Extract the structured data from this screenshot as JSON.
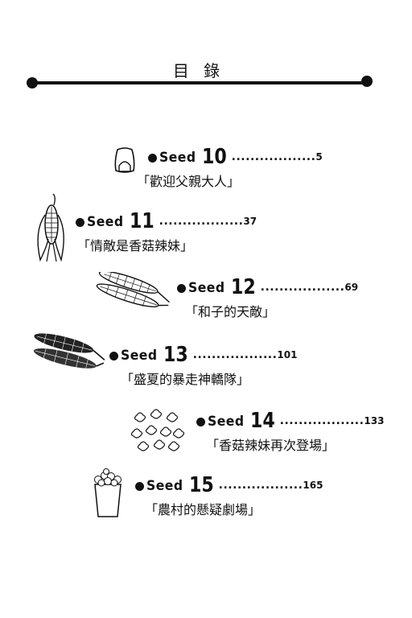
{
  "title": "目 錄",
  "entries": [
    {
      "seed": "Seed",
      "number": "10",
      "leader": "..................",
      "page": "5",
      "subtitle": "「歡迎父親大人」",
      "icon": "rice-ball-icon"
    },
    {
      "seed": "Seed",
      "number": "11",
      "leader": "..................",
      "page": "37",
      "subtitle": "「情敵是香菇辣妹」",
      "icon": "corn-cob-icon"
    },
    {
      "seed": "Seed",
      "number": "12",
      "leader": "..................",
      "page": "69",
      "subtitle": "「和子的天敵」",
      "icon": "two-corn-icon"
    },
    {
      "seed": "Seed",
      "number": "13",
      "leader": "..................",
      "page": "101",
      "subtitle": "「盛夏的暴走神轎隊」",
      "icon": "dark-corn-icon"
    },
    {
      "seed": "Seed",
      "number": "14",
      "leader": "..................",
      "page": "133",
      "subtitle": "「香菇辣妹再次登場」",
      "icon": "popcorn-kernels-icon"
    },
    {
      "seed": "Seed",
      "number": "15",
      "leader": "..................",
      "page": "165",
      "subtitle": "「農村的懸疑劇場」",
      "icon": "popcorn-bag-icon"
    }
  ]
}
